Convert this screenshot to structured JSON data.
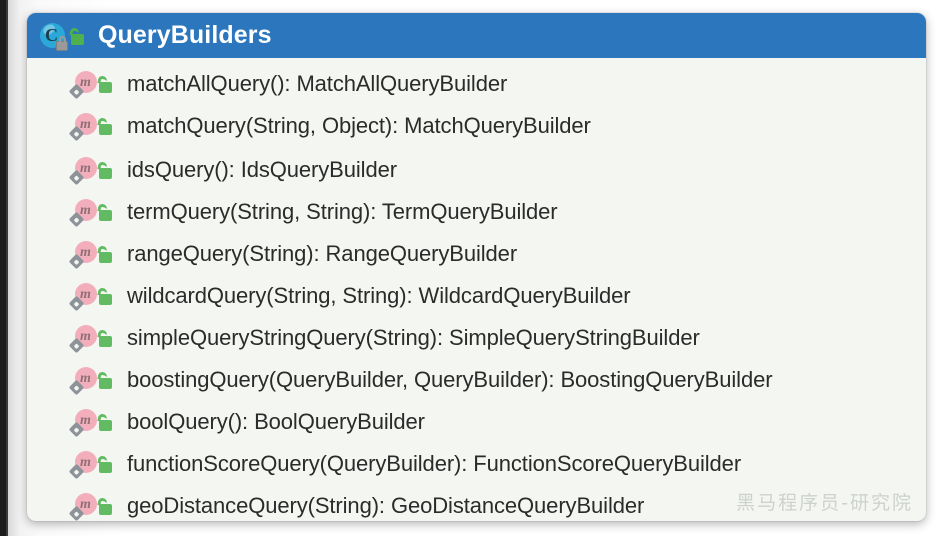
{
  "header": {
    "title": "QueryBuilders",
    "class_icon": "class-icon",
    "visibility_icon": "public-unlock-icon",
    "background_color": "#2b76bc",
    "text_color": "#ffffff"
  },
  "panel": {
    "background_color": "#f4f7f1",
    "text_color": "#2b2b2b"
  },
  "icons": {
    "method": "method-icon",
    "static_modifier": "static-diamond-icon",
    "public_visibility": "public-unlock-icon"
  },
  "members": [
    {
      "label": "matchAllQuery(): MatchAllQueryBuilder",
      "kind": "method",
      "modifier": "static",
      "visibility": "public"
    },
    {
      "label": "matchQuery(String, Object): MatchQueryBuilder",
      "kind": "method",
      "modifier": "static",
      "visibility": "public"
    },
    {
      "label": "idsQuery(): IdsQueryBuilder",
      "kind": "method",
      "modifier": "static",
      "visibility": "public"
    },
    {
      "label": "termQuery(String, String): TermQueryBuilder",
      "kind": "method",
      "modifier": "static",
      "visibility": "public"
    },
    {
      "label": "rangeQuery(String): RangeQueryBuilder",
      "kind": "method",
      "modifier": "static",
      "visibility": "public"
    },
    {
      "label": "wildcardQuery(String, String): WildcardQueryBuilder",
      "kind": "method",
      "modifier": "static",
      "visibility": "public"
    },
    {
      "label": "simpleQueryStringQuery(String): SimpleQueryStringBuilder",
      "kind": "method",
      "modifier": "static",
      "visibility": "public"
    },
    {
      "label": "boostingQuery(QueryBuilder, QueryBuilder): BoostingQueryBuilder",
      "kind": "method",
      "modifier": "static",
      "visibility": "public"
    },
    {
      "label": "boolQuery(): BoolQueryBuilder",
      "kind": "method",
      "modifier": "static",
      "visibility": "public"
    },
    {
      "label": "functionScoreQuery(QueryBuilder): FunctionScoreQueryBuilder",
      "kind": "method",
      "modifier": "static",
      "visibility": "public"
    },
    {
      "label": "geoDistanceQuery(String): GeoDistanceQueryBuilder",
      "kind": "method",
      "modifier": "static",
      "visibility": "public"
    }
  ],
  "watermark": {
    "text": "黑马程序员-研究院"
  }
}
